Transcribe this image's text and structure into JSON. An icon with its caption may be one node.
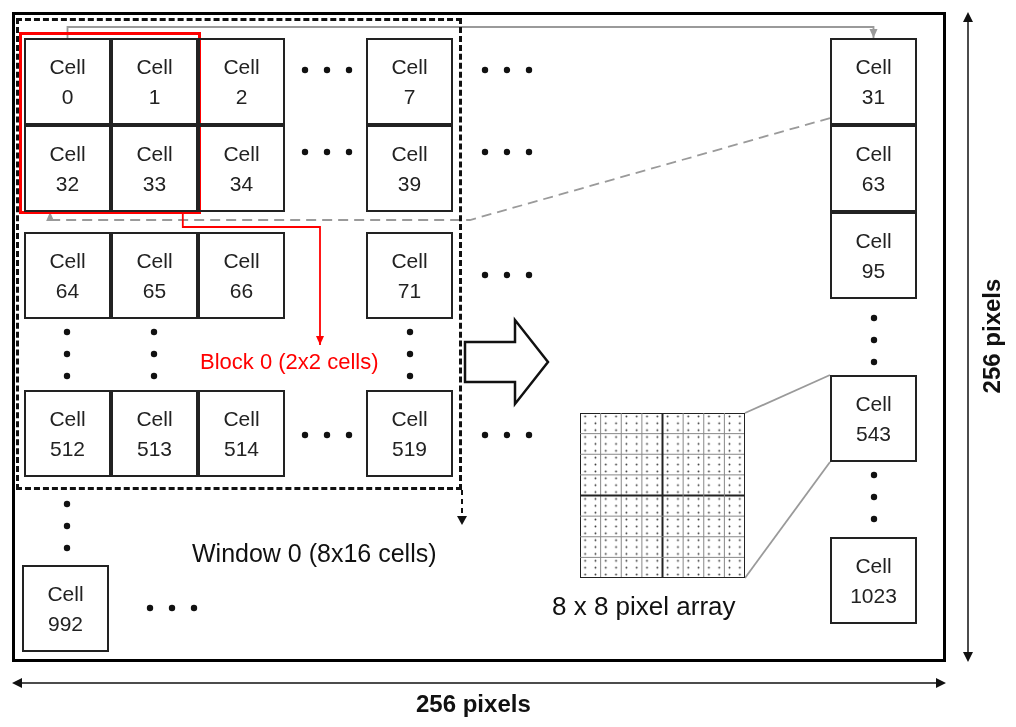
{
  "diagram": {
    "nodes": [
      {
        "text": [],
        "shape": "box"
      },
      {
        "text": [
          "Window 0 (8x16 cells)"
        ],
        "in": 0
      },
      {
        "text": [],
        "shape": "box",
        "in": 1
      },
      {
        "text": [
          "Cell 0"
        ],
        "in": 2
      },
      {
        "text": [
          "Cell 1"
        ],
        "in": 2
      },
      {
        "text": [
          "Cell 2"
        ],
        "in": 1
      },
      {
        "text": [
          "Cell 7"
        ],
        "in": 1
      },
      {
        "text": [
          "Cell 31"
        ],
        "in": 0
      },
      {
        "text": [
          "Cell 32"
        ],
        "in": 2
      },
      {
        "text": [
          "Cell 33"
        ],
        "in": 2
      },
      {
        "text": [
          "Cell 34"
        ],
        "in": 1
      },
      {
        "text": [
          "Cell 39"
        ],
        "in": 1
      },
      {
        "text": [
          "Cell 63"
        ],
        "in": 0
      },
      {
        "text": [
          "Cell 64"
        ],
        "in": 1
      },
      {
        "text": [
          "Cell 65"
        ],
        "in": 1
      },
      {
        "text": [
          "Cell 66"
        ],
        "in": 1
      },
      {
        "text": [
          "Cell 71"
        ],
        "in": 1
      },
      {
        "text": [
          "Cell 95"
        ],
        "in": 0
      },
      {
        "text": [
          "Block 0 (2x2 cells)"
        ],
        "in": 1
      },
      {
        "text": [
          "Cell 512"
        ],
        "in": 1
      },
      {
        "text": [
          "Cell 513"
        ],
        "in": 1
      },
      {
        "text": [
          "Cell 514"
        ],
        "in": 1
      },
      {
        "text": [
          "Cell 519"
        ],
        "in": 1
      },
      {
        "text": [
          "Cell 543"
        ],
        "in": 0
      },
      {
        "text": [],
        "shape": "grid",
        "beside": [
          "8 x 8 pixel array"
        ],
        "in": 0
      },
      {
        "text": [
          "Cell 992"
        ],
        "in": 0
      },
      {
        "text": [
          "Cell 1023"
        ],
        "in": 0
      }
    ],
    "edges": [
      {
        "from": 3,
        "to": 7,
        "arrow": "to"
      },
      {
        "from": 7,
        "to": 8,
        "arrow": "to",
        "style": "dashed"
      },
      {
        "from": 2,
        "to": 18,
        "arrow": "to",
        "color": "#ff0000"
      },
      {
        "from": 24,
        "to": 23,
        "arrow": "none"
      },
      {
        "from": 24,
        "to": 23,
        "arrow": "none"
      }
    ],
    "labels": [
      "256 pixels",
      "256 pixels"
    ]
  }
}
